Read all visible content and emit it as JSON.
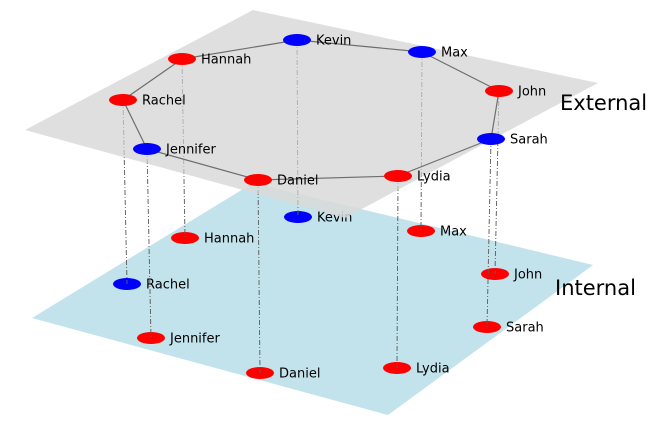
{
  "layers": [
    {
      "id": "internal",
      "label": "Internal",
      "color": "#add8e6"
    },
    {
      "id": "external",
      "label": "External",
      "color": "#d9d9d9"
    }
  ],
  "node_colors": {
    "red": "#ff0000",
    "blue": "#0000ff"
  },
  "internal_nodes": [
    {
      "name": "Kevin",
      "color": "blue"
    },
    {
      "name": "Hannah",
      "color": "red"
    },
    {
      "name": "Max",
      "color": "red"
    },
    {
      "name": "John",
      "color": "red"
    },
    {
      "name": "Rachel",
      "color": "blue"
    },
    {
      "name": "Jennifer",
      "color": "red"
    },
    {
      "name": "Sarah",
      "color": "red"
    },
    {
      "name": "Daniel",
      "color": "red"
    },
    {
      "name": "Lydia",
      "color": "red"
    }
  ],
  "external_nodes": [
    {
      "name": "Kevin",
      "color": "blue"
    },
    {
      "name": "Max",
      "color": "blue"
    },
    {
      "name": "Hannah",
      "color": "red"
    },
    {
      "name": "John",
      "color": "red"
    },
    {
      "name": "Rachel",
      "color": "red"
    },
    {
      "name": "Sarah",
      "color": "blue"
    },
    {
      "name": "Jennifer",
      "color": "blue"
    },
    {
      "name": "Daniel",
      "color": "red"
    },
    {
      "name": "Lydia",
      "color": "red"
    }
  ],
  "external_edges": [
    [
      "Kevin",
      "Hannah"
    ],
    [
      "Kevin",
      "Max"
    ],
    [
      "Max",
      "John"
    ],
    [
      "John",
      "Sarah"
    ],
    [
      "Sarah",
      "Lydia"
    ],
    [
      "Lydia",
      "Daniel"
    ],
    [
      "Daniel",
      "Jennifer"
    ],
    [
      "Jennifer",
      "Rachel"
    ],
    [
      "Rachel",
      "Hannah"
    ]
  ],
  "inter_layer_links": [
    "Kevin",
    "Hannah",
    "Max",
    "John",
    "Rachel",
    "Jennifer",
    "Sarah",
    "Daniel",
    "Lydia"
  ]
}
